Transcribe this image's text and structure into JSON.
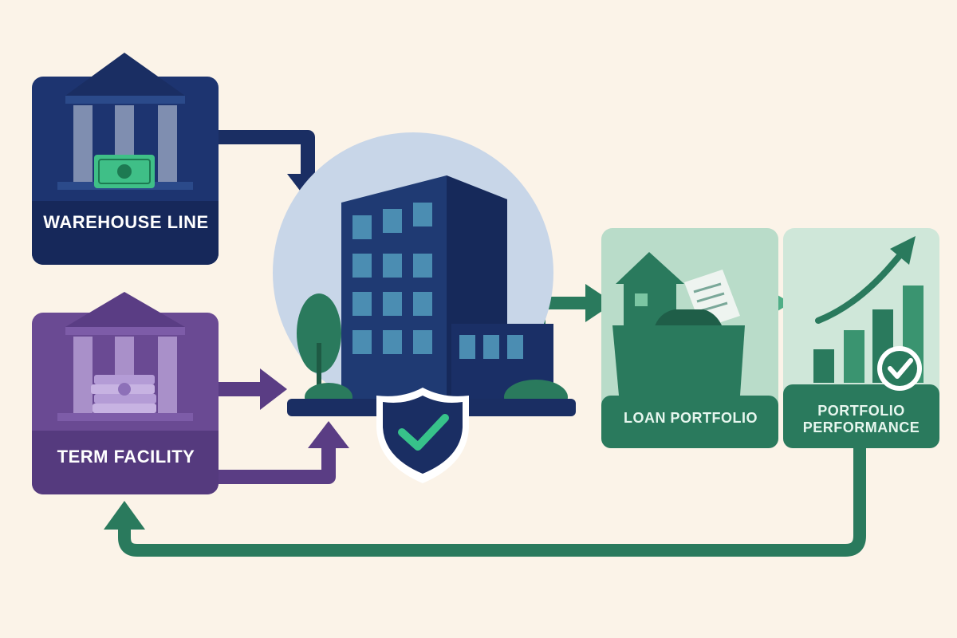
{
  "nodes": {
    "warehouse_line": {
      "label": "WAREHOUSE LINE",
      "color": "#1d3470"
    },
    "term_facility": {
      "label": "TERM FACILITY",
      "color": "#6a4a93"
    },
    "lender": {
      "color": "#1f3a73"
    },
    "loan_portfolio": {
      "label": "LOAN PORTFOLIO",
      "color": "#2a7a5d"
    },
    "portfolio_performance": {
      "label": "PORTFOLIO PERFORMANCE",
      "color": "#2a7a5d"
    }
  },
  "icons": {
    "warehouse": "bank-icon",
    "term": "bank-icon",
    "cash": "cash-icon",
    "money_stack": "money-stack-icon",
    "building": "office-building-icon",
    "shield": "shield-check-icon",
    "house": "house-icon",
    "document": "document-icon",
    "car": "car-icon",
    "chart": "bar-chart-icon",
    "check": "check-icon"
  },
  "edges": [
    {
      "from": "warehouse_line",
      "to": "lender"
    },
    {
      "from": "term_facility",
      "to": "lender"
    },
    {
      "from": "lender",
      "to": "loan_portfolio"
    },
    {
      "from": "loan_portfolio",
      "to": "portfolio_performance"
    },
    {
      "from": "portfolio_performance",
      "to": "term_facility"
    }
  ]
}
